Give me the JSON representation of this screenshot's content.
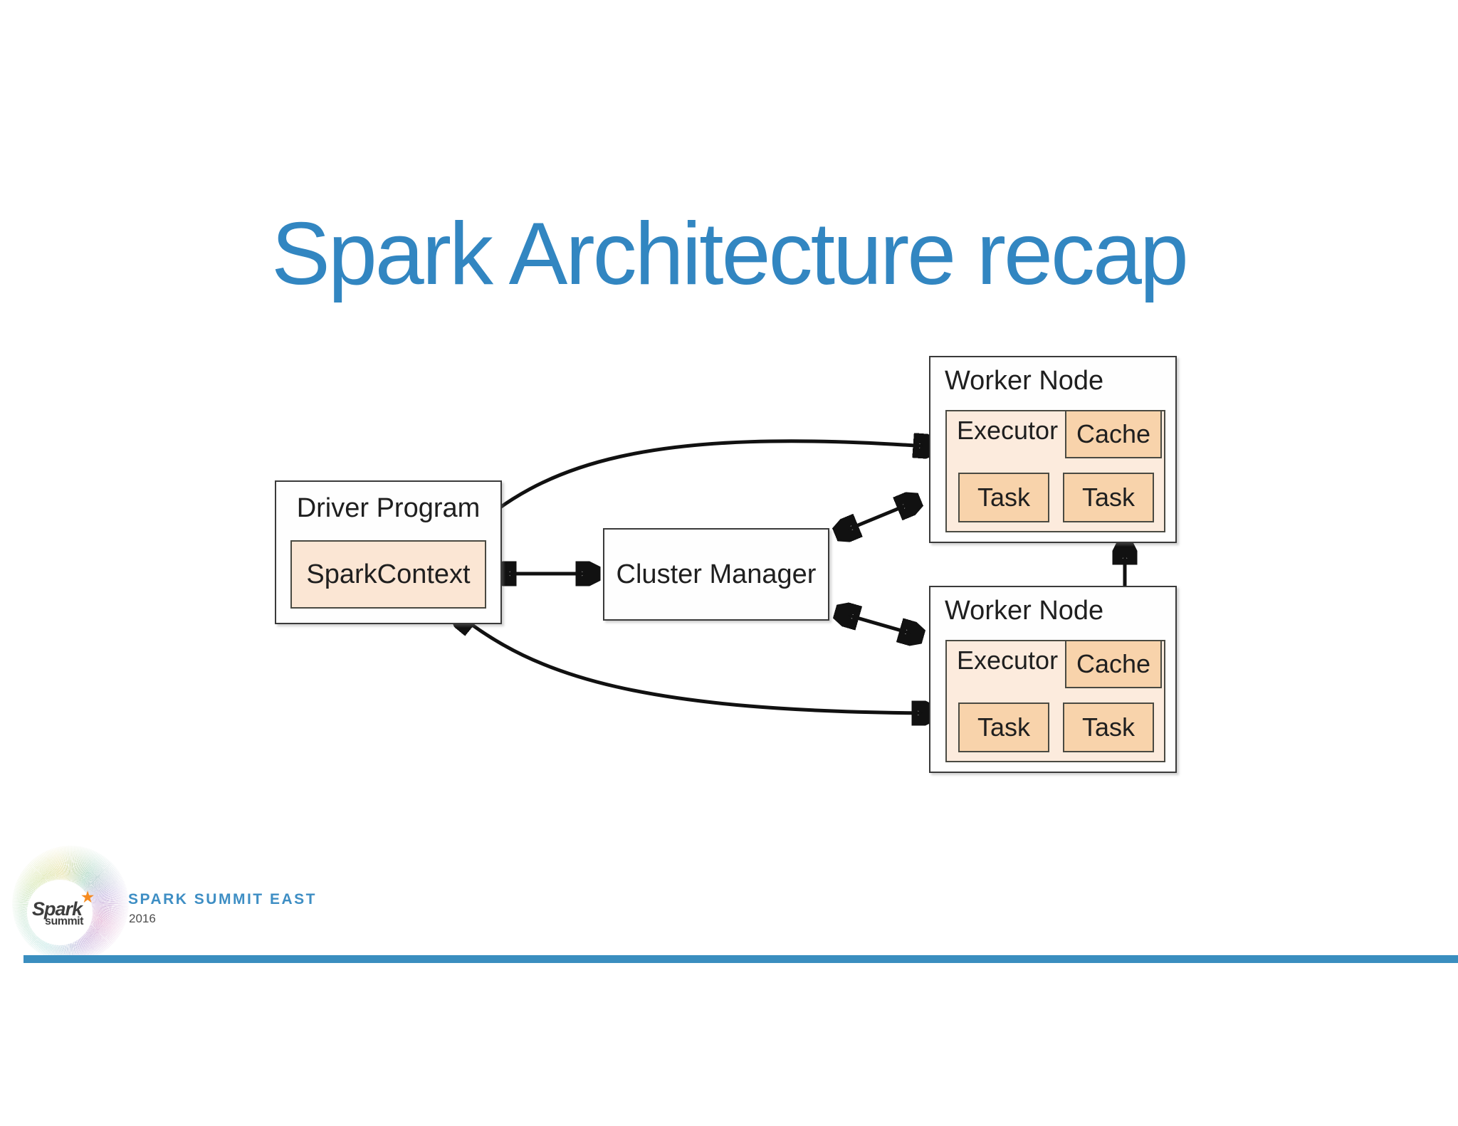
{
  "slide": {
    "title": "Spark Architecture recap"
  },
  "diagram": {
    "driver_program": {
      "label": "Driver Program",
      "spark_context_label": "SparkContext"
    },
    "cluster_manager": {
      "label": "Cluster Manager"
    },
    "worker_nodes": [
      {
        "label": "Worker Node",
        "executor_label": "Executor",
        "cache_label": "Cache",
        "task_labels": [
          "Task",
          "Task"
        ]
      },
      {
        "label": "Worker Node",
        "executor_label": "Executor",
        "cache_label": "Cache",
        "task_labels": [
          "Task",
          "Task"
        ]
      }
    ],
    "connections": [
      "sparkcontext-to-worker-top",
      "sparkcontext-to-worker-bottom",
      "sparkcontext-to-cluster-manager",
      "cluster-manager-to-worker-top",
      "cluster-manager-to-worker-bottom",
      "worker-top-to-worker-bottom"
    ]
  },
  "footer": {
    "logo_text_primary": "Spark",
    "logo_text_secondary": "summit",
    "star_icon": "star",
    "event_name": "SPARK SUMMIT EAST",
    "event_year": "2016"
  },
  "colors": {
    "title_blue": "#3286c1",
    "footer_bar_blue": "#3a8ebf",
    "event_text_blue": "#3e8ec4",
    "box_fill_light_peach": "#fcebdd",
    "box_fill_dark_peach": "#f8d3ab",
    "sparkcontext_fill": "#fbe6d4",
    "border_dark": "#3a3a3a",
    "arrow_black": "#111111",
    "logo_star_orange": "#f68b1f"
  }
}
